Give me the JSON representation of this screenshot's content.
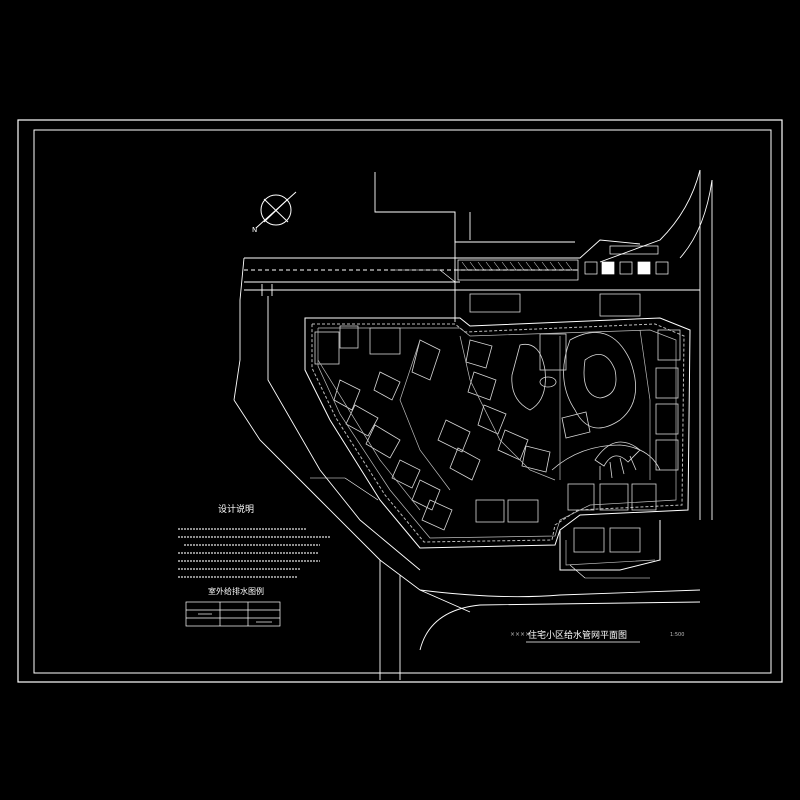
{
  "drawing": {
    "title": "住宅小区给水管网平面图",
    "title_prefix": "××××",
    "scale": "1:500",
    "design_notes_title": "设计说明",
    "legend_title": "室外给排水图例",
    "north_label": "N"
  },
  "colors": {
    "background": "#000000",
    "frame": "#ffffff",
    "linework": "#ffffff",
    "building": "#d8d8d8",
    "pipe": "#bdbdbd"
  }
}
